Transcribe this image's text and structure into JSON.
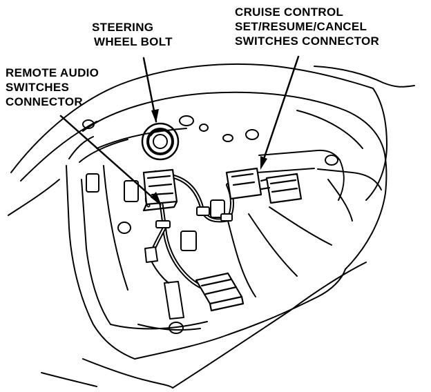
{
  "labels": {
    "steering_wheel_bolt": {
      "line1": "STEERING",
      "line2": "WHEEL BOLT"
    },
    "cruise_control_connector": {
      "line1": "CRUISE CONTROL",
      "line2": "SET/RESUME/CANCEL",
      "line3": "SWITCHES CONNECTOR"
    },
    "remote_audio_connector": {
      "line1": "REMOTE AUDIO",
      "line2": "SWITCHES",
      "line3": "CONNECTOR"
    }
  },
  "colors": {
    "ink": "#000000",
    "paper": "#ffffff"
  }
}
